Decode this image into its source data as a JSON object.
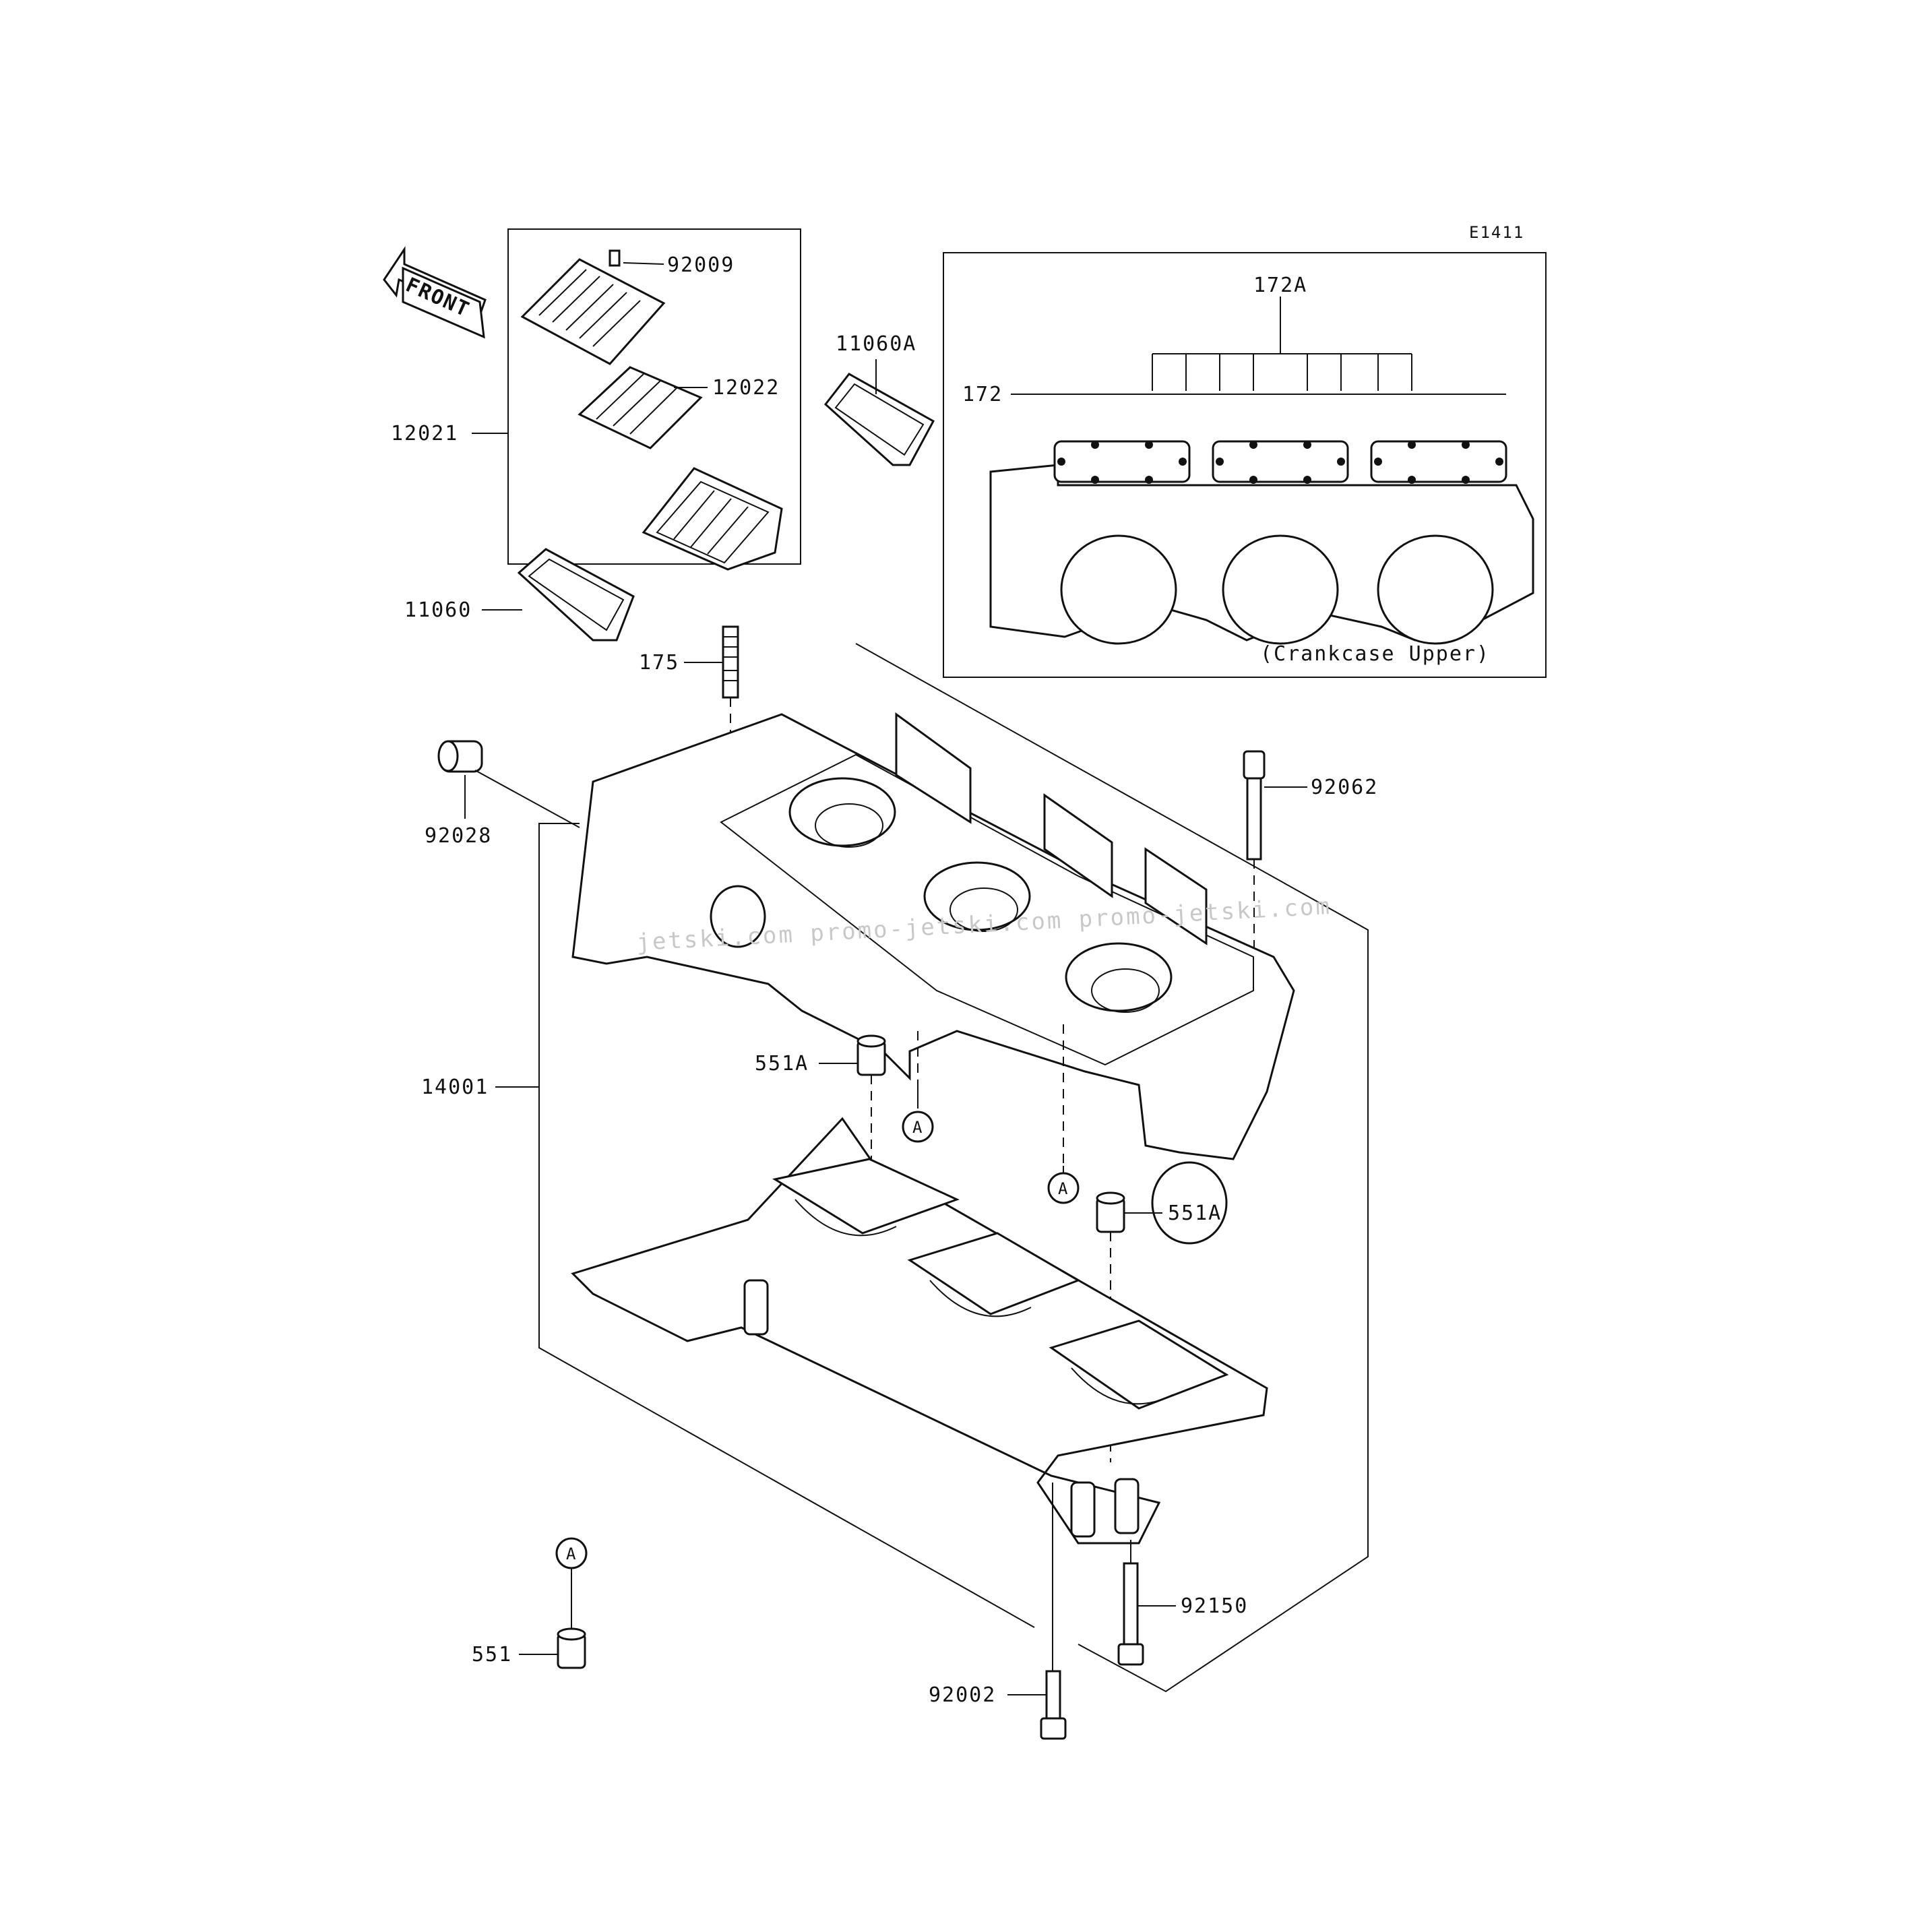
{
  "diagram_id": "E1411",
  "front_label": "FRONT",
  "callouts": {
    "p92009": "92009",
    "p12022": "12022",
    "p12021": "12021",
    "p11060A": "11060A",
    "p11060": "11060",
    "p175": "175",
    "p92028": "92028",
    "p92062": "92062",
    "p14001": "14001",
    "p551A_top": "551A",
    "p551A_mid": "551A",
    "p92150": "92150",
    "p551": "551",
    "p92002": "92002",
    "p172A": "172A",
    "p172": "172"
  },
  "inset_caption": "(Crankcase Upper)",
  "ref_marker": "A",
  "watermark": "jetski.com  promo-jetski.com  promo-jetski.com"
}
